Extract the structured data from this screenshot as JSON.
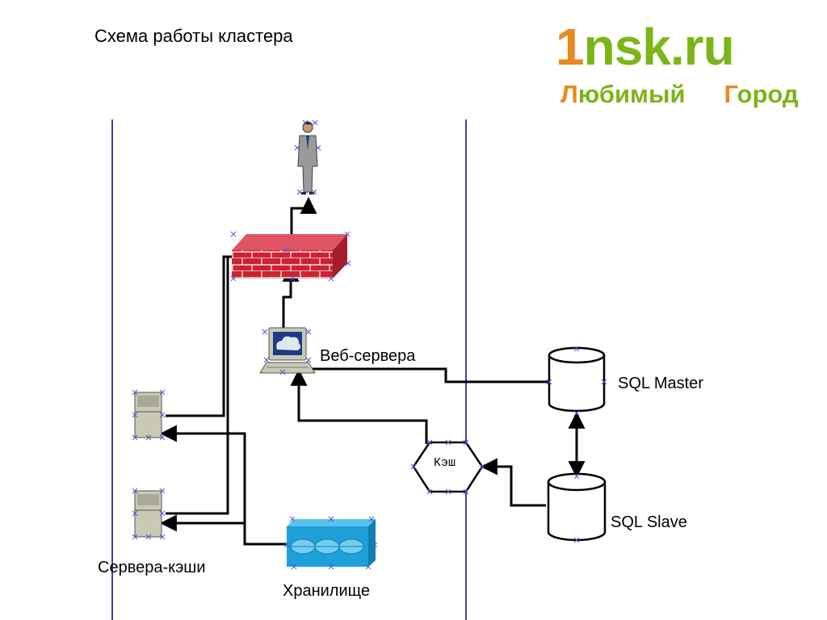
{
  "title": "Схема работы кластера",
  "logo": {
    "prefix": "1",
    "main": "nsk.ru",
    "word1_cap": "Л",
    "word1_rest": "юбимый",
    "word2_cap": "Г",
    "word2_rest": "ород",
    "colors": {
      "green": "#7cb518",
      "orange": "#e9891f"
    }
  },
  "nodes": {
    "user": {
      "icon": "person-icon"
    },
    "firewall": {
      "icon": "firewall-icon"
    },
    "web": {
      "label": "Веб-сервера",
      "icon": "workstation-icon"
    },
    "sql_master": {
      "label": "SQL Master",
      "icon": "database-icon"
    },
    "sql_slave": {
      "label": "SQL Slave",
      "icon": "database-icon"
    },
    "cache": {
      "label": "Кэш",
      "icon": "hexagon-icon"
    },
    "cache_servers": {
      "label": "Сервера-кэши",
      "icon": "server-icon"
    },
    "storage": {
      "label": "Хранилище",
      "icon": "storage-icon"
    }
  },
  "colors": {
    "firewall": "#cc2233",
    "storage": "#1ea0d8",
    "lane_line": "#00008b",
    "marker": "#5555dd"
  }
}
